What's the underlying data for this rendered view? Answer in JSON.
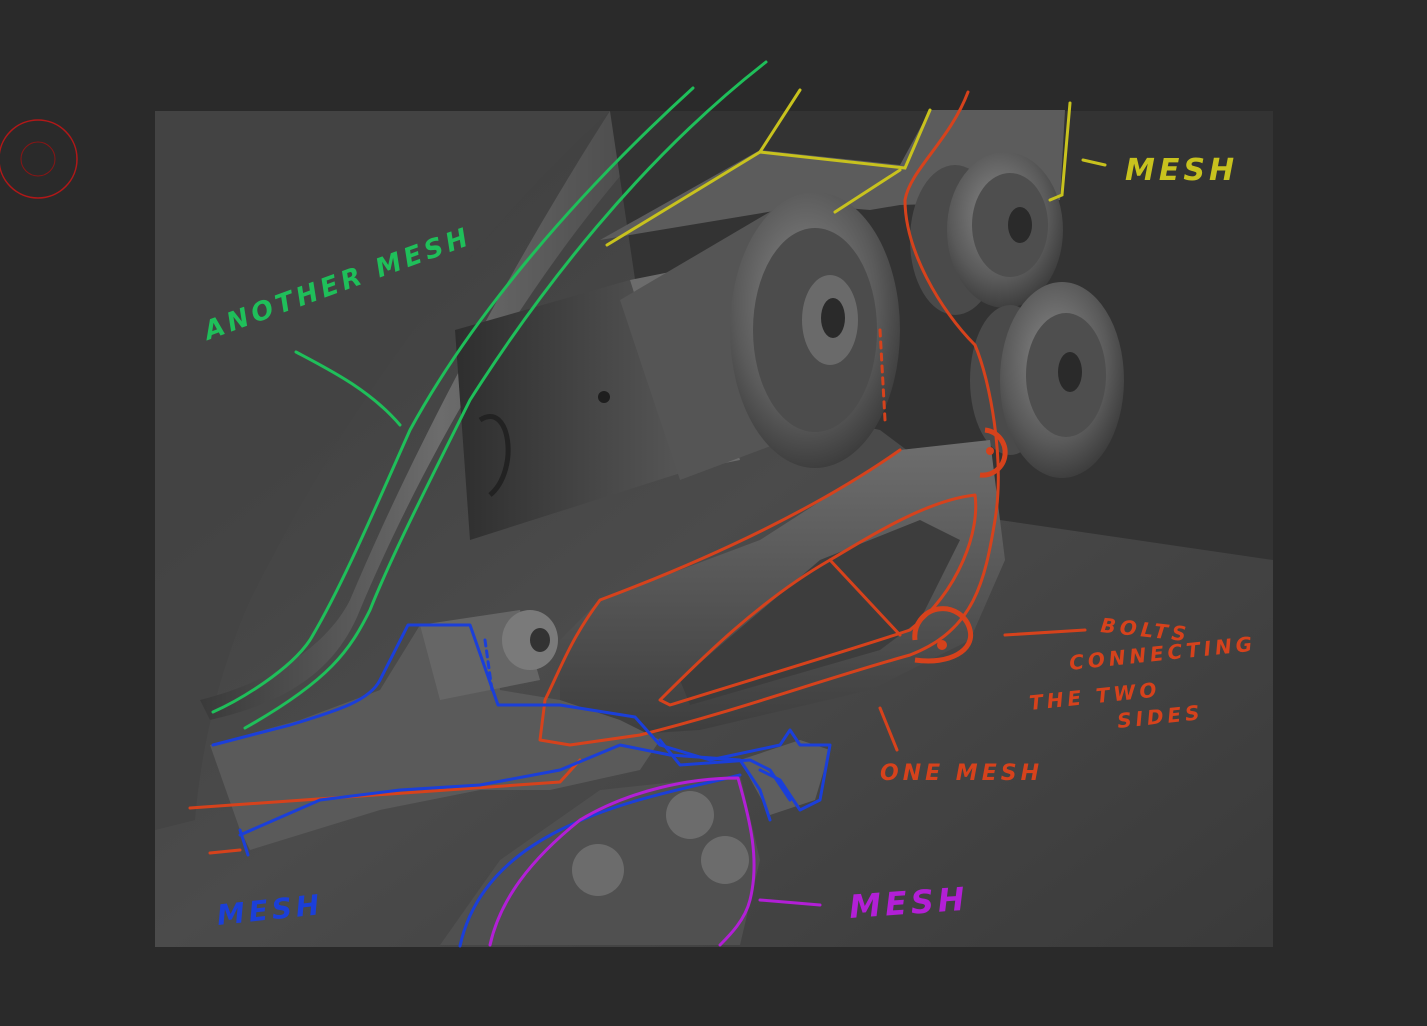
{
  "colors": {
    "background": "#2a2a2a",
    "viewport_bg": "#4a4a4a",
    "green": "#1fbf5a",
    "yellow": "#c8c21e",
    "orange": "#d6421c",
    "blue": "#1b3fd9",
    "magenta": "#b21fd6",
    "cursor": "#b01818"
  },
  "cursor": {
    "icon": "brush-cursor-icon"
  },
  "annotations": {
    "green_label": "ANOTHER MESH",
    "yellow_label": "MESH",
    "orange_bolts_label": "BOLTS CONNECTING THE TWO SIDES",
    "orange_bolts_lines": [
      "BOLTS",
      "CONNECTING",
      "THE TWO",
      "SIDES"
    ],
    "orange_one_mesh_label": "ONE MESH",
    "blue_label": "MESH",
    "magenta_label": "MESH"
  }
}
